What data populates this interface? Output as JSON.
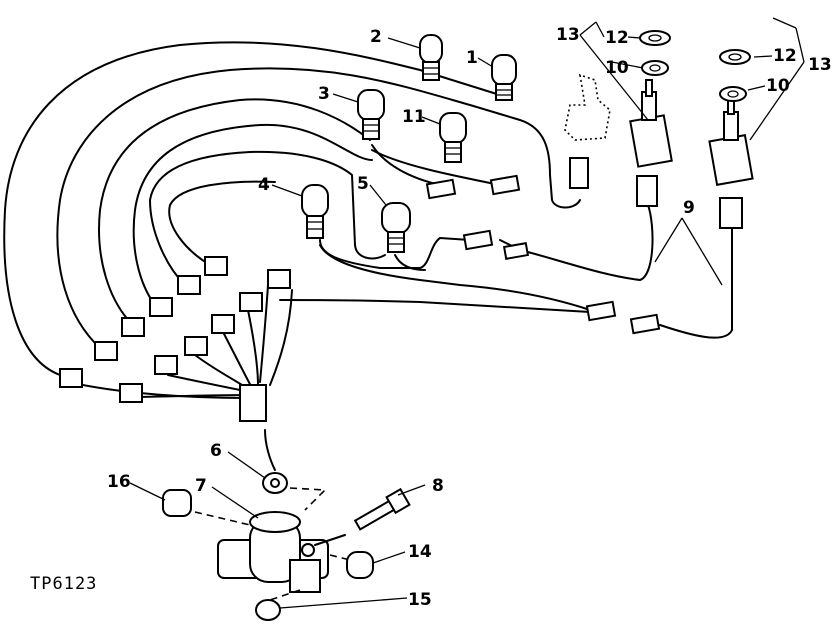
{
  "figure_id": "TP6123",
  "callouts": [
    {
      "id": "c1",
      "label": "1"
    },
    {
      "id": "c2",
      "label": "2"
    },
    {
      "id": "c3",
      "label": "3"
    },
    {
      "id": "c4",
      "label": "4"
    },
    {
      "id": "c5",
      "label": "5"
    },
    {
      "id": "c6",
      "label": "6"
    },
    {
      "id": "c7",
      "label": "7"
    },
    {
      "id": "c8",
      "label": "8"
    },
    {
      "id": "c9",
      "label": "9"
    },
    {
      "id": "c10a",
      "label": "10"
    },
    {
      "id": "c10b",
      "label": "10"
    },
    {
      "id": "c11",
      "label": "11"
    },
    {
      "id": "c12a",
      "label": "12"
    },
    {
      "id": "c12b",
      "label": "12"
    },
    {
      "id": "c13a",
      "label": "13"
    },
    {
      "id": "c13b",
      "label": "13"
    },
    {
      "id": "c14",
      "label": "14"
    },
    {
      "id": "c15",
      "label": "15"
    },
    {
      "id": "c16",
      "label": "16"
    }
  ]
}
